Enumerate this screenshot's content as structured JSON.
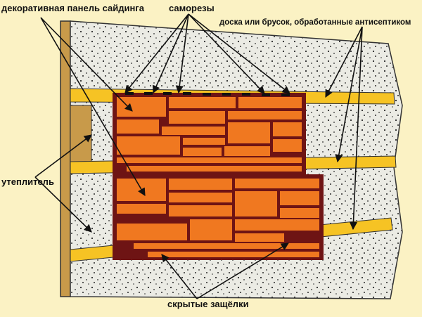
{
  "labels": {
    "siding_panel": "декоративная панель сайдинга",
    "screws": "саморезы",
    "board": "доска или брусок, обработанные антисептиком",
    "insulation": "утеплитель",
    "clips": "скрытые защёлки"
  },
  "colors": {
    "background": "#fbf2c4",
    "insulation": "#ebebe4",
    "batten": "#f6c324",
    "brick": "#f07820",
    "mortar": "#6e1414",
    "wood": "#c89a4a"
  }
}
